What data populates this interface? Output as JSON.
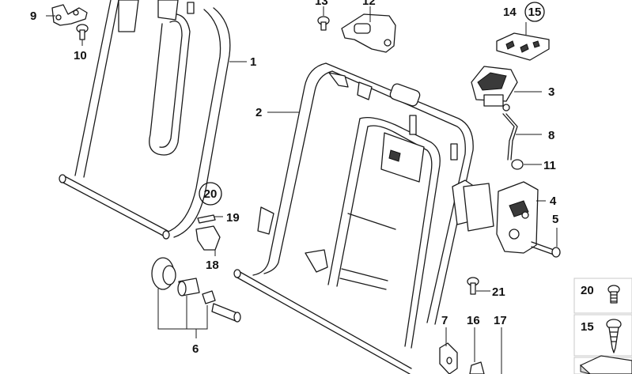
{
  "callouts": {
    "c1": "1",
    "c2": "2",
    "c3": "3",
    "c4": "4",
    "c5": "5",
    "c6": "6",
    "c7": "7",
    "c8": "8",
    "c9": "9",
    "c10": "10",
    "c11": "11",
    "c12": "12",
    "c13": "13",
    "c14": "14",
    "c15": "15",
    "c16": "16",
    "c17": "17",
    "c18": "18",
    "c19": "19",
    "c20": "20",
    "c21": "21"
  },
  "legend": {
    "item20": "20",
    "item15": "15"
  }
}
